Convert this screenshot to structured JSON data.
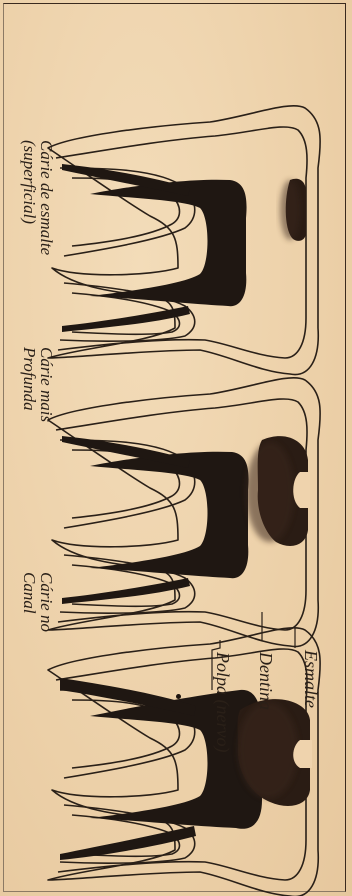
{
  "captions": {
    "tooth1": {
      "line1": "Cárie de esmalte",
      "line2": "(superficial)"
    },
    "tooth2": {
      "line1": "Cárie mais",
      "line2": "Profunda"
    },
    "tooth3": {
      "line1": "Cárie no",
      "line2": "Canal"
    }
  },
  "parts": {
    "enamel": "Esmalte",
    "dentin": "Dentina",
    "pulp": "Polpa (nervo)"
  },
  "colors": {
    "background": "#efd3ad",
    "ink": "#2a2018",
    "pulp": "#1f1712"
  }
}
